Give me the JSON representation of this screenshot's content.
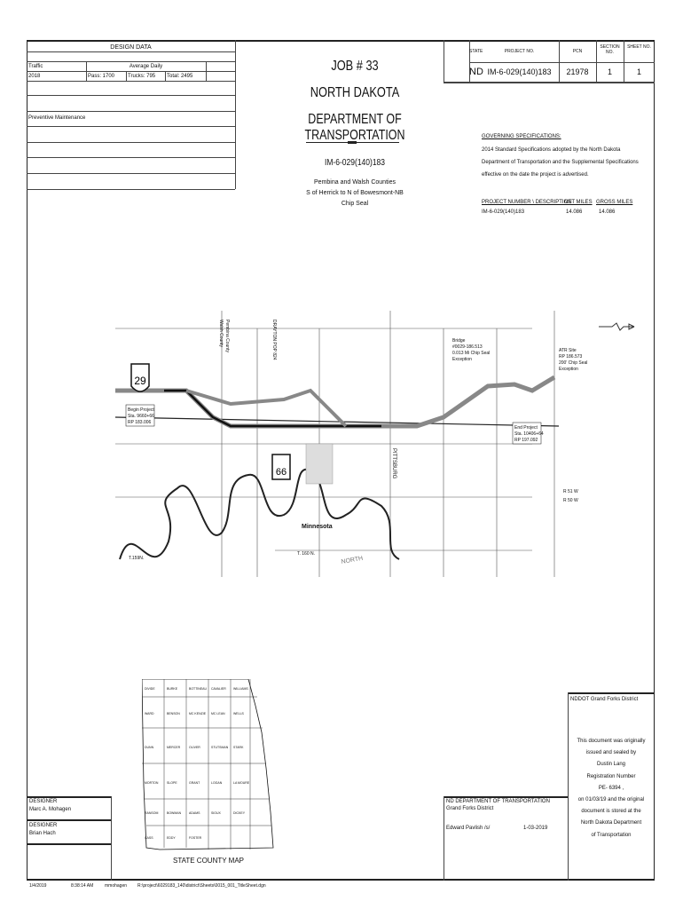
{
  "design_data": {
    "title": "DESIGN DATA",
    "traffic_label": "Traffic",
    "average_daily_label": "Average Daily",
    "year": "2018",
    "pass": "Pass: 1700",
    "trucks": "Trucks: 795",
    "total": "Total: 2495",
    "work_type": "Preventive Maintenance"
  },
  "title_block": {
    "job": "JOB # 33",
    "state": "NORTH DAKOTA",
    "department": "DEPARTMENT OF TRANSPORTATION",
    "project_number": "IM-6-029(140)183",
    "counties": "Pembina and Walsh Counties",
    "location": "S of Herrick to N of Bowesmont-NB",
    "work": "Chip Seal"
  },
  "header_table": {
    "headers": [
      "STATE",
      "PROJECT NO.",
      "PCN",
      "SECTION NO.",
      "SHEET NO."
    ],
    "values": [
      "ND",
      "IM-6-029(140)183",
      "21978",
      "1",
      "1"
    ]
  },
  "specifications": {
    "heading": "GOVERNING SPECIFICATIONS:",
    "lines": [
      "2014 Standard Specifications adopted by the North Dakota",
      "Department of Transportation and the Supplemental Specifications",
      "effective on the date the project is  advertised."
    ],
    "columns": [
      "PROJECT NUMBER \\ DESCRIPTION",
      "NET MILES",
      "GROSS MILES"
    ],
    "row": [
      "IM-6-029(140)183",
      "14.086",
      "14.086"
    ]
  },
  "map": {
    "labels": {
      "begin": [
        "Begin Project",
        "Sta. 9660+66",
        "RP 183.006"
      ],
      "end": [
        "End Project",
        "Sta. 10406+64",
        "RP 197.092"
      ],
      "bridge": [
        "Bridge",
        "#0029-186.513",
        "0.013 Mi Chip Seal",
        "Exception"
      ],
      "atr": [
        "ATR Site",
        "RP 186.573",
        "200' Chip Seal",
        "Exception"
      ],
      "pittsburg": "PITTSBURG",
      "minnesota": "Minnesota",
      "t159": "T.159N.",
      "t160": "T. 160 N.",
      "r51": "R 51 W",
      "r50": "R 50 W",
      "pembina": "Pembina County",
      "walsh": "Walsh County",
      "drayton": "DRAYTON POP 824",
      "interstate": "29",
      "highway": "66",
      "river": "NORTH"
    }
  },
  "county_map": {
    "title": "STATE COUNTY MAP",
    "counties": [
      "DIVIDE",
      "BURKE",
      "BOTTINEAU",
      "CAVALIER",
      "WILLIAMS",
      "WARD",
      "BENSON",
      "MC KENZIE",
      "MC LEAN",
      "WELLS",
      "DUNN",
      "MERCER",
      "OLIVER",
      "STUTSMAN",
      "STARK",
      "MORTON",
      "SLOPE",
      "GRANT",
      "LOGAN",
      "LA MOURE",
      "RANSOM",
      "BOWMAN",
      "ADAMS",
      "SIOUX",
      "DICKEY",
      "CASS",
      "EDDY",
      "FOSTER"
    ]
  },
  "designers": [
    {
      "label": "DESIGNER",
      "name": "Marc A. Mohagen"
    },
    {
      "label": "DESIGNER",
      "name": "Brian Hach"
    }
  ],
  "district": {
    "org": "ND DEPARTMENT OF TRANSPORTATION",
    "district": "Grand Forks District",
    "signer": "Edward Pavlish /s/",
    "date": "1-03-2019"
  },
  "seal": {
    "heading": "NDDOT Grand Forks District",
    "lines": [
      "This document was originally",
      "issued and sealed by",
      "Dustin Lang",
      "Registration Number",
      "PE- 6394 ,",
      "on  01/03/19  and the original",
      "document is stored at the",
      "North Dakota Department",
      "of Transportation"
    ]
  },
  "footer": {
    "date": "1/4/2019",
    "time": "8:38:14 AM",
    "user": "mmohagen",
    "path": "R:\\project\\6029183_140\\district\\Sheets\\0015_001_TitleSheet.dgn"
  }
}
